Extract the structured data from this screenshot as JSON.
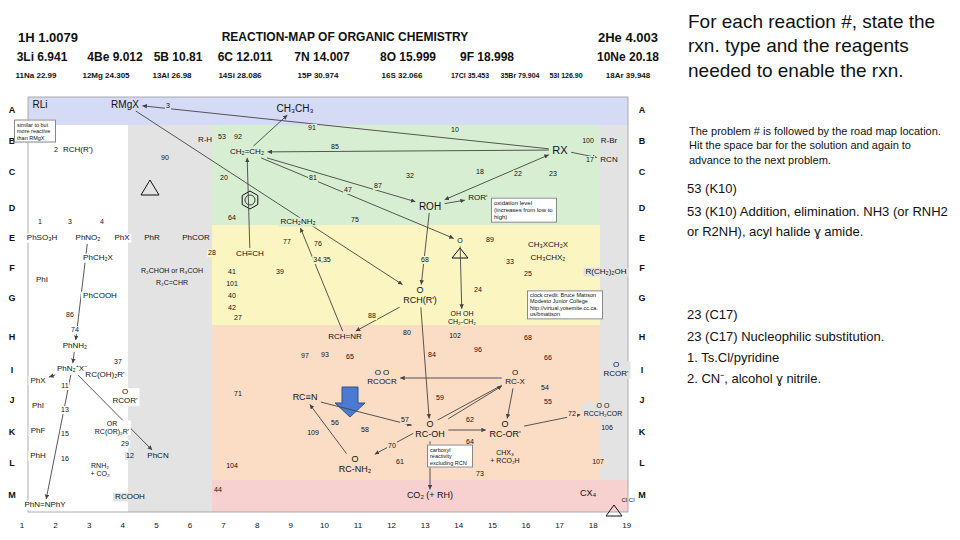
{
  "diagram": {
    "title": "For each reaction #, state the rxn. type and the reagents needed to enable the rxn.",
    "nodes": [
      {
        "text": [
          "RLi"
        ]
      },
      {
        "text": [
          "RMgX"
        ]
      },
      {
        "text": [
          "CH₃CH₃"
        ]
      },
      {
        "text": [
          "similar to but more reactive than RMgX"
        ]
      },
      {
        "text": [
          "R-H"
        ]
      },
      {
        "text": [
          "RCH(R')"
        ]
      },
      {
        "text": [
          "CH₂=CH₂"
        ]
      },
      {
        "text": [
          "RX"
        ]
      },
      {
        "text": [
          "R-Br"
        ]
      },
      {
        "text": [
          "RCN"
        ]
      },
      {
        "text": [
          "ROH"
        ]
      },
      {
        "text": [
          "ROR'"
        ]
      },
      {
        "text": [
          "oxidation level",
          "(increases from low to high)"
        ]
      },
      {
        "text": [
          "PhSO₃H"
        ]
      },
      {
        "text": [
          "PhNO₂"
        ]
      },
      {
        "text": [
          "PhX"
        ]
      },
      {
        "text": [
          "PhR"
        ]
      },
      {
        "text": [
          "PhCOR"
        ]
      },
      {
        "text": [
          "RCH₂NH₂"
        ]
      },
      {
        "text": [
          "CH≡CH"
        ]
      },
      {
        "text": [
          "O"
        ]
      },
      {
        "text": [
          "CH₃XCH₂X"
        ]
      },
      {
        "text": [
          "CH₃CHX₂"
        ]
      },
      {
        "text": [
          "PhCH₂X"
        ]
      },
      {
        "text": [
          "R(CH₂)₂OH"
        ]
      },
      {
        "text": [
          "PhI"
        ]
      },
      {
        "text": [
          "R₂CHOH or R₃COH"
        ]
      },
      {
        "text": [
          "R₂C=CHR"
        ]
      },
      {
        "text": [
          "O",
          "RCH(R')"
        ]
      },
      {
        "text": [
          "OH OH",
          "CH₂-CH₂"
        ]
      },
      {
        "text": [
          "clock credit: Bruce Mattson",
          "Modesto Junior College",
          "http://virtual.yosemite.cc.ca.us/bmattson"
        ]
      },
      {
        "text": [
          "PhCOOH"
        ]
      },
      {
        "text": [
          "PhNH₂"
        ]
      },
      {
        "text": [
          "RCH=NR"
        ]
      },
      {
        "text": [
          "PhN₂⁺X⁻"
        ]
      },
      {
        "text": [
          "O O",
          "RCOCR"
        ]
      },
      {
        "text": [
          "O",
          "RC-X"
        ]
      },
      {
        "text": [
          "O",
          "RCOR'"
        ]
      },
      {
        "text": [
          "PhX"
        ]
      },
      {
        "text": [
          "RC(OH)₂R'"
        ]
      },
      {
        "text": [
          "PhI"
        ]
      },
      {
        "text": [
          "O",
          "RCOR'"
        ]
      },
      {
        "text": [
          "RC≡N"
        ]
      },
      {
        "text": [
          "O O",
          "RCCH₂COR"
        ]
      },
      {
        "text": [
          "PhF"
        ]
      },
      {
        "text": [
          "OR",
          "RC(OR)₂R'"
        ]
      },
      {
        "text": [
          "O",
          "RC-OH"
        ]
      },
      {
        "text": [
          "O",
          "RC-OR'"
        ]
      },
      {
        "text": [
          "PhH"
        ]
      },
      {
        "text": [
          "PhCN"
        ]
      },
      {
        "text": [
          "carboxyl reactivity excluding RCN"
        ]
      },
      {
        "text": [
          "CHX₃",
          "+ RCO₂H"
        ]
      },
      {
        "text": [
          "RNH₂",
          "+ CO₂"
        ]
      },
      {
        "text": [
          "O",
          "RC-NH₂"
        ]
      },
      {
        "text": [
          "PhN=NPhY"
        ]
      },
      {
        "text": [
          "RCOOH"
        ]
      },
      {
        "text": [
          "CO₂ (+ RH)"
        ]
      },
      {
        "text": [
          "CX₄"
        ]
      }
    ],
    "edges": [
      {
        "from": 6,
        "to": 2,
        "arrow": "to"
      },
      {
        "from": 19,
        "to": 6,
        "arrow": "to"
      },
      {
        "from": 6,
        "to": 10,
        "arrow": "to"
      },
      {
        "from": 7,
        "to": 6,
        "arrow": "to"
      },
      {
        "from": 10,
        "to": 7,
        "arrow": "both"
      },
      {
        "from": 7,
        "to": 9,
        "arrow": "to"
      },
      {
        "from": 10,
        "to": 11,
        "arrow": "to"
      },
      {
        "from": 10,
        "to": 28,
        "arrow": "to"
      },
      {
        "from": 28,
        "to": 46,
        "arrow": "to"
      },
      {
        "from": 46,
        "to": 36,
        "arrow": "to"
      },
      {
        "from": 36,
        "to": 53,
        "arrow": "to"
      },
      {
        "from": 36,
        "to": 47,
        "arrow": "to"
      },
      {
        "from": 46,
        "to": 47,
        "arrow": "to"
      },
      {
        "from": 36,
        "to": 35,
        "arrow": "to"
      },
      {
        "from": 42,
        "to": 46,
        "arrow": "to"
      },
      {
        "from": 53,
        "to": 42,
        "arrow": "to"
      },
      {
        "from": 1,
        "to": 28,
        "arrow": "to"
      },
      {
        "from": 7,
        "to": 1,
        "arrow": "to"
      },
      {
        "from": 14,
        "to": 32,
        "arrow": "to"
      },
      {
        "from": 32,
        "to": 34,
        "arrow": "to"
      },
      {
        "from": 34,
        "to": 38,
        "arrow": "to"
      },
      {
        "from": 34,
        "to": 49,
        "arrow": "to"
      },
      {
        "from": 34,
        "to": 54,
        "arrow": "to"
      },
      {
        "from": 28,
        "to": 33,
        "arrow": "to"
      },
      {
        "from": 33,
        "to": 18,
        "arrow": "to"
      },
      {
        "from": 46,
        "to": 56,
        "arrow": "to"
      },
      {
        "from": 47,
        "to": 43,
        "arrow": "to"
      },
      {
        "from": 6,
        "to": 20,
        "arrow": "to"
      },
      {
        "from": 20,
        "to": 29,
        "arrow": "to"
      }
    ],
    "labels": [
      "REACTION-MAP OF ORGANIC CHEMISTRY",
      "1H 1.0079",
      "2He 4.003",
      "3Li 6.941",
      "4Be 9.012",
      "5B 10.81",
      "6C 12.011",
      "7N 14.007",
      "8O 15.999",
      "9F 18.998",
      "10Ne 20.18",
      "11Na 22.99",
      "12Mg 24.305",
      "13Al 26.98",
      "14Si 28.086",
      "15P 30.974",
      "16S 32.066",
      "17Cl 35.453",
      "35Br 79.904",
      "53I 126.90",
      "18Ar 39.948",
      "A",
      "B",
      "C",
      "D",
      "E",
      "F",
      "G",
      "H",
      "I",
      "J",
      "K",
      "L",
      "M",
      "A",
      "B",
      "C",
      "D",
      "E",
      "F",
      "G",
      "H",
      "I",
      "J",
      "K",
      "L",
      "M",
      "1",
      "2",
      "3",
      "4",
      "5",
      "6",
      "7",
      "8",
      "9",
      "10",
      "11",
      "12",
      "13",
      "14",
      "15",
      "16",
      "17",
      "18",
      "19",
      "3",
      "91",
      "10",
      "53",
      "92",
      "85",
      "100",
      "2",
      "90",
      "17",
      "20",
      "81",
      "32",
      "18",
      "22",
      "23",
      "47",
      "87",
      "64",
      "75",
      "1",
      "3",
      "4",
      "28",
      "77",
      "76",
      "34,35",
      "68",
      "89",
      "33",
      "25",
      "41",
      "39",
      "101",
      "40",
      "42",
      "27",
      "24",
      "88",
      "86",
      "74",
      "93",
      "97",
      "65",
      "84",
      "80",
      "102",
      "96",
      "68",
      "66",
      "11",
      "13",
      "15",
      "16",
      "37",
      "29",
      "71",
      "109",
      "56",
      "57",
      "70",
      "61",
      "62",
      "64",
      "73",
      "59",
      "55",
      "54",
      "72",
      "106",
      "107",
      "104",
      "12",
      "44",
      "58",
      "Cl Cl",
      "The problem # is followed by the road map location. Hit the space bar for the solution and again to advance to the next problem.",
      "53 (K10)",
      "53 (K10) Addition, elimination. NH3 (or RNH2 or R2NH), acyl halide ɣ amide.",
      "23 (C17)",
      "23 (C17) Nucleophilic substitution.",
      "1. Ts.Cl/pyridine",
      "2. CN⁻, alcohol ɣ nitrile."
    ]
  }
}
